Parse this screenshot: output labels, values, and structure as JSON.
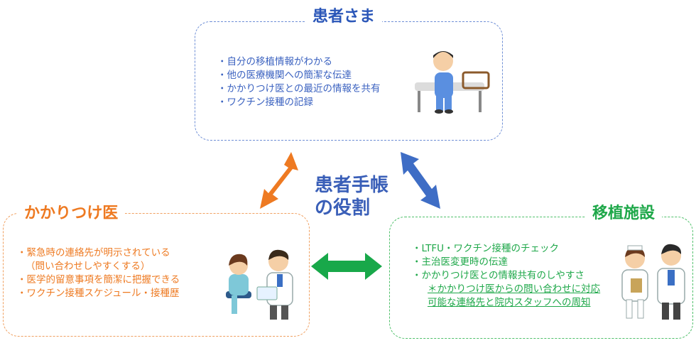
{
  "center_label": [
    "患者手帳",
    "の役割"
  ],
  "patient": {
    "title": "患者さま",
    "items": [
      "・自分の移植情報がわかる",
      "・他の医療機関への簡潔な伝達",
      "・かかりつけ医との最近の情報を共有",
      "・ワクチン接種の記録"
    ]
  },
  "doctor": {
    "title": "かかりつけ医",
    "items": [
      "・緊急時の連絡先が明示されている",
      "（問い合わせしやすくする）",
      "・医学的留意事項を簡潔に把握できる",
      "・ワクチン接種スケジュール・接種歴"
    ]
  },
  "transplant": {
    "title": "移植施設",
    "items": [
      "・LTFU・ワクチン接種のチェック",
      "・主治医変更時の伝達",
      "・かかりつけ医との情報共有のしやすさ"
    ],
    "note": [
      "＊かかりつけ医からの問い合わせに対応",
      "可能な連絡先と院内スタッフへの周知"
    ]
  },
  "colors": {
    "patient": "#2a56b8",
    "doctor": "#ee7a22",
    "transplant": "#1fa84a"
  }
}
